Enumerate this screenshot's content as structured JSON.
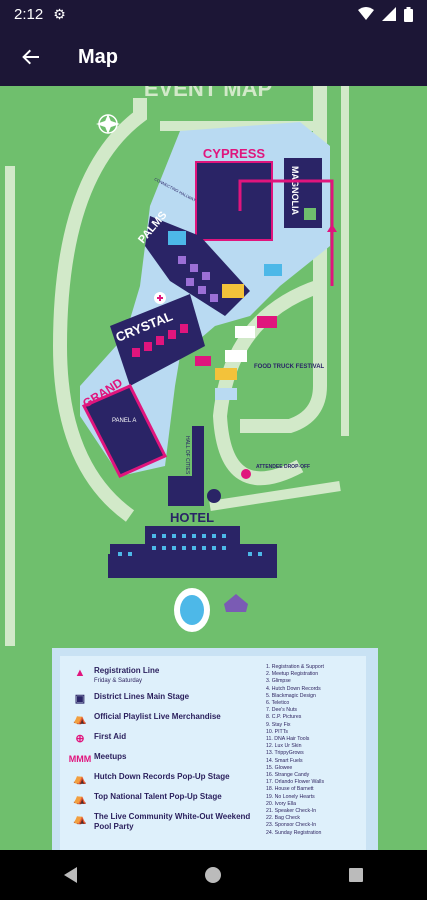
{
  "status": {
    "time": "2:12"
  },
  "app_bar": {
    "title": "Map"
  },
  "map": {
    "header": "EVENT MAP",
    "venues": {
      "cypress": "CYPRESS",
      "magnolia": "MAGNOLIA",
      "palms": "PALMS",
      "crystal": "CRYSTAL",
      "grand": "GRAND",
      "panel": "PANEL A",
      "hall": "HALL OF CITIES",
      "hotel": "HOTEL",
      "food_truck": "FOOD TRUCK FESTIVAL",
      "dropoff": "ATTENDEE DROP-OFF",
      "conn": "CONNECTING HALLWAY"
    }
  },
  "legend": {
    "items": [
      {
        "label": "Registration Line",
        "sub": "Friday & Saturday",
        "icon": "triangle-icon"
      },
      {
        "label": "District Lines Main Stage",
        "icon": "stage-icon"
      },
      {
        "label": "Official Playlist Live Merchandise",
        "icon": "merch-icon"
      },
      {
        "label": "First Aid",
        "icon": "first-aid-icon"
      },
      {
        "label": "Meetups",
        "icon": "meetups-icon"
      },
      {
        "label": "Hutch Down Records Pop-Up Stage",
        "icon": "popup-stage-icon"
      },
      {
        "label": "Top National Talent Pop-Up Stage",
        "icon": "talent-stage-icon"
      },
      {
        "label": "The Live Community White-Out Weekend Pool Party",
        "icon": "pool-party-icon"
      }
    ],
    "numbered": [
      "1. Registration & Support",
      "2. Meetup Registration",
      "3. Glimpse",
      "4. Hutch Down Records",
      "5. Blackmagic Design",
      "6. Teletico",
      "7. Dee's Nuts",
      "8. C.P. Pictures",
      "9. Stay Fix",
      "10. PITTs",
      "11. DNA Hair Tools",
      "12. Lux Ur Skin",
      "13. TrippyGrows",
      "14. Smart Fuels",
      "15. Glowee",
      "16. Strange Candy",
      "17. Orlando Flower Walls",
      "18. House of Barnett",
      "19. No Lonely Hearts",
      "20. Ivory Ella",
      "21. Speaker Check-In",
      "22. Bag Check",
      "23. Sponsor Check-In",
      "24. Sunday Registration"
    ]
  },
  "colors": {
    "bg_dark": "#1c1636",
    "map_green": "#6fbf6d",
    "path_light": "#d2e9c9",
    "building_navy": "#2a2466",
    "pink": "#e0157d",
    "water": "#4db8e8"
  }
}
